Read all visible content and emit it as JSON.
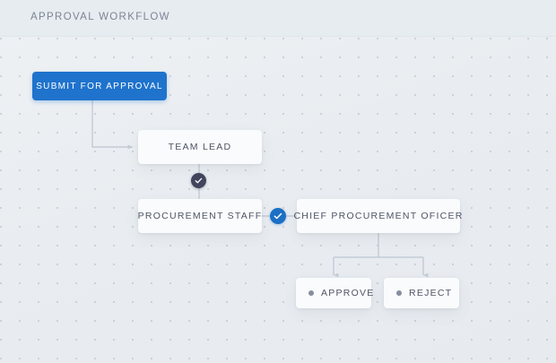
{
  "header": {
    "title": "APPROVAL WORKFLOW"
  },
  "colors": {
    "accent_blue": "#1f73cc",
    "badge_dark": "#41445c",
    "badge_blue": "#1b6fc4",
    "canvas_bg": "#eceff3",
    "header_bg": "#e7ecf0",
    "card_bg": "#fafbfc",
    "text": "#4d5566",
    "connector": "#c3cbd6",
    "status_dot": "#868d9e"
  },
  "workflow": {
    "start_button": {
      "label": "SUBMIT FOR APPROVAL"
    },
    "nodes": [
      {
        "id": "team-lead",
        "label": "TEAM LEAD"
      },
      {
        "id": "procurement-staff",
        "label": "PROCUREMENT STAFF"
      },
      {
        "id": "chief-procurement-oficer",
        "label": "CHIEF PROCUREMENT OFICER"
      }
    ],
    "decisions": [
      {
        "id": "approve",
        "label": "APPROVE"
      },
      {
        "id": "reject",
        "label": "REJECT"
      }
    ],
    "badges": [
      {
        "id": "teamlead-check",
        "icon": "check-icon",
        "state": "approved-dark"
      },
      {
        "id": "chief-check",
        "icon": "check-icon",
        "state": "approved-blue"
      }
    ]
  }
}
